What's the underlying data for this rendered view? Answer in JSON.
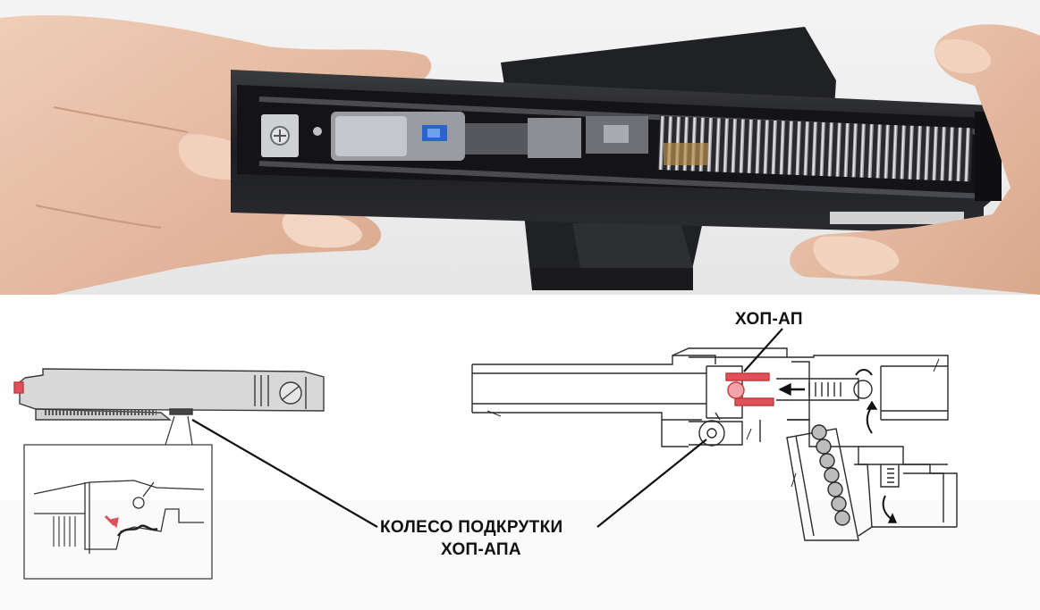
{
  "labels": {
    "hopup": "ХОП-АП",
    "wheel_line1": "КОЛЕСО ПОДКРУТКИ",
    "wheel_line2": "ХОП-АПА"
  },
  "colors": {
    "accent_red": "#e0505a",
    "line": "#1a1a1a",
    "steel": "#7d7f86",
    "skin": "#e9bfa6"
  }
}
